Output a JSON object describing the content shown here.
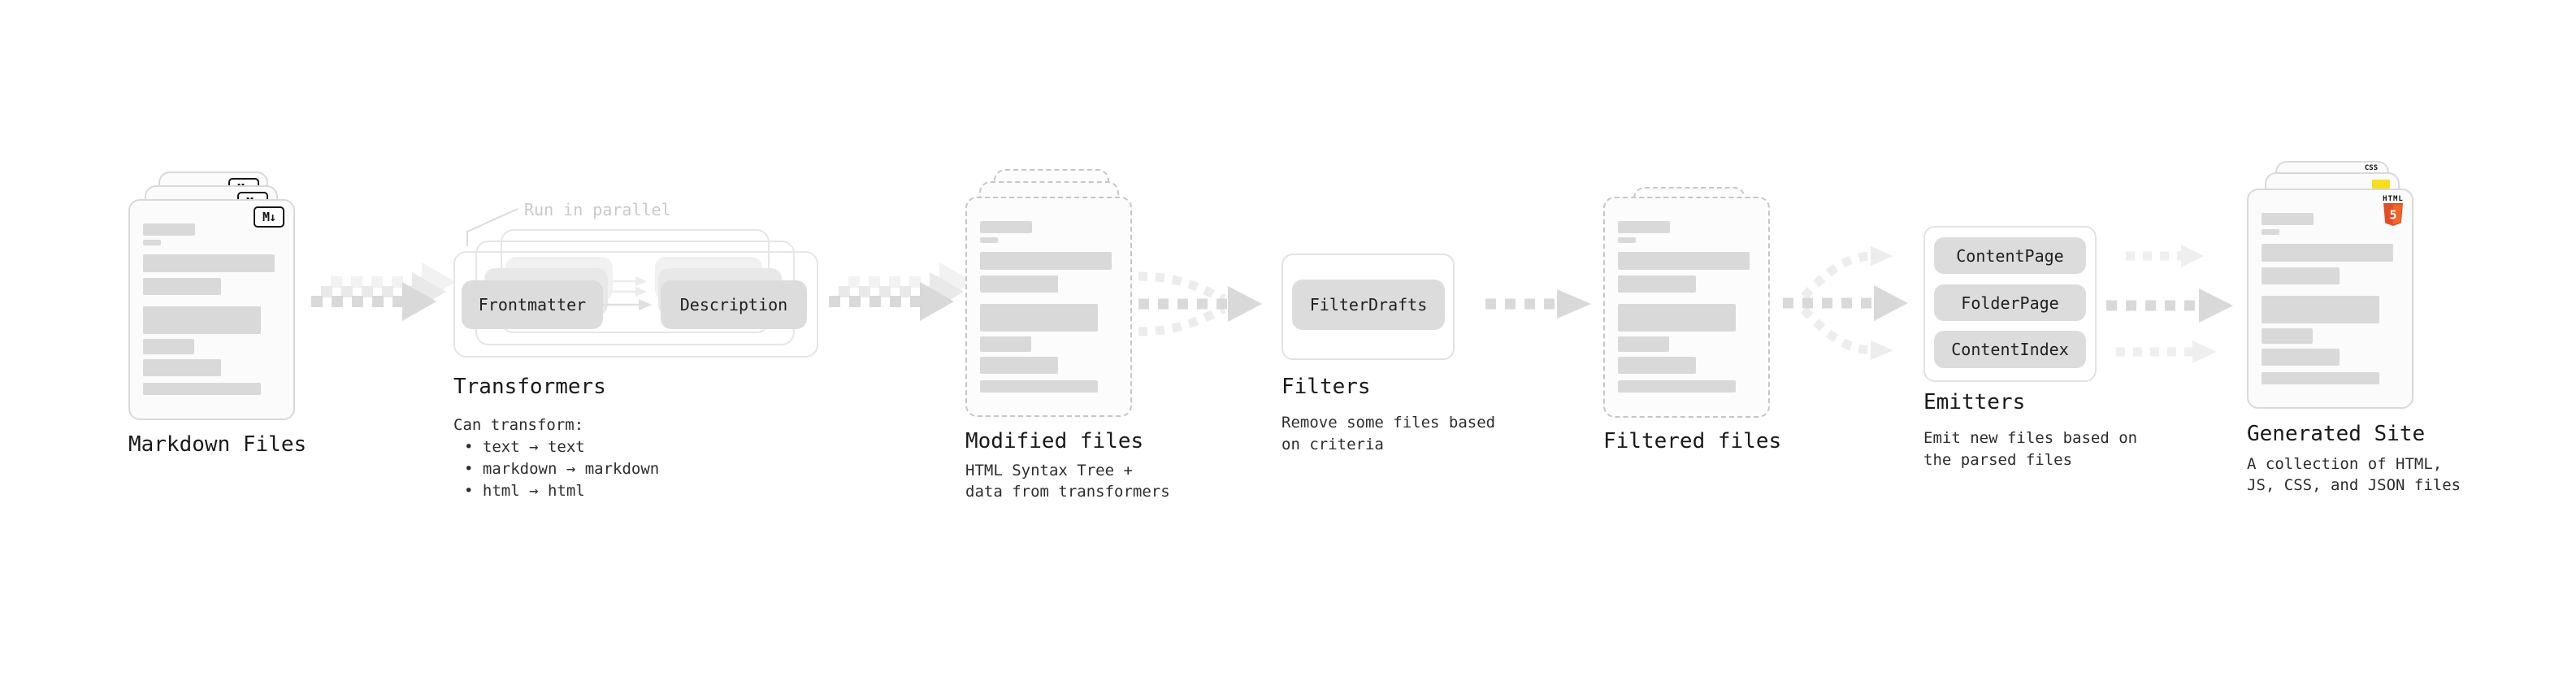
{
  "nodes": {
    "markdown": {
      "label": "Markdown Files",
      "icon_text": "M↓"
    },
    "transformers": {
      "label": "Transformers",
      "annotation": "Run in parallel",
      "pill_frontmatter": "Frontmatter",
      "pill_description": "Description",
      "desc_heading": "Can transform:",
      "bullet_1": "• text → text",
      "bullet_2": "• markdown → markdown",
      "bullet_3": "• html → html"
    },
    "modified": {
      "label": "Modified files",
      "desc_line_1": "HTML Syntax Tree +",
      "desc_line_2": "data from transformers"
    },
    "filters": {
      "label": "Filters",
      "pill": "FilterDrafts",
      "desc_line_1": "Remove some files based",
      "desc_line_2": "on criteria"
    },
    "filtered": {
      "label": "Filtered files"
    },
    "emitters": {
      "label": "Emitters",
      "pill_1": "ContentPage",
      "pill_2": "FolderPage",
      "pill_3": "ContentIndex",
      "desc_line_1": "Emit new files based on",
      "desc_line_2": "the parsed files"
    },
    "generated": {
      "label": "Generated Site",
      "desc_line_1": "A collection of HTML,",
      "desc_line_2": "JS, CSS, and JSON files",
      "css_badge": "CSS",
      "html_badge_label": "HTML",
      "html_badge_number": "5"
    }
  },
  "colors": {
    "html5_orange": "#e44d26",
    "html5_orange_light": "#f16529",
    "js_yellow": "#f7df1e",
    "css_blue": "#2962ff",
    "pill_gray": "#dcdcdc",
    "arrow_gray": "#d9d9d9",
    "annotation_gray": "#c9c9c9"
  }
}
